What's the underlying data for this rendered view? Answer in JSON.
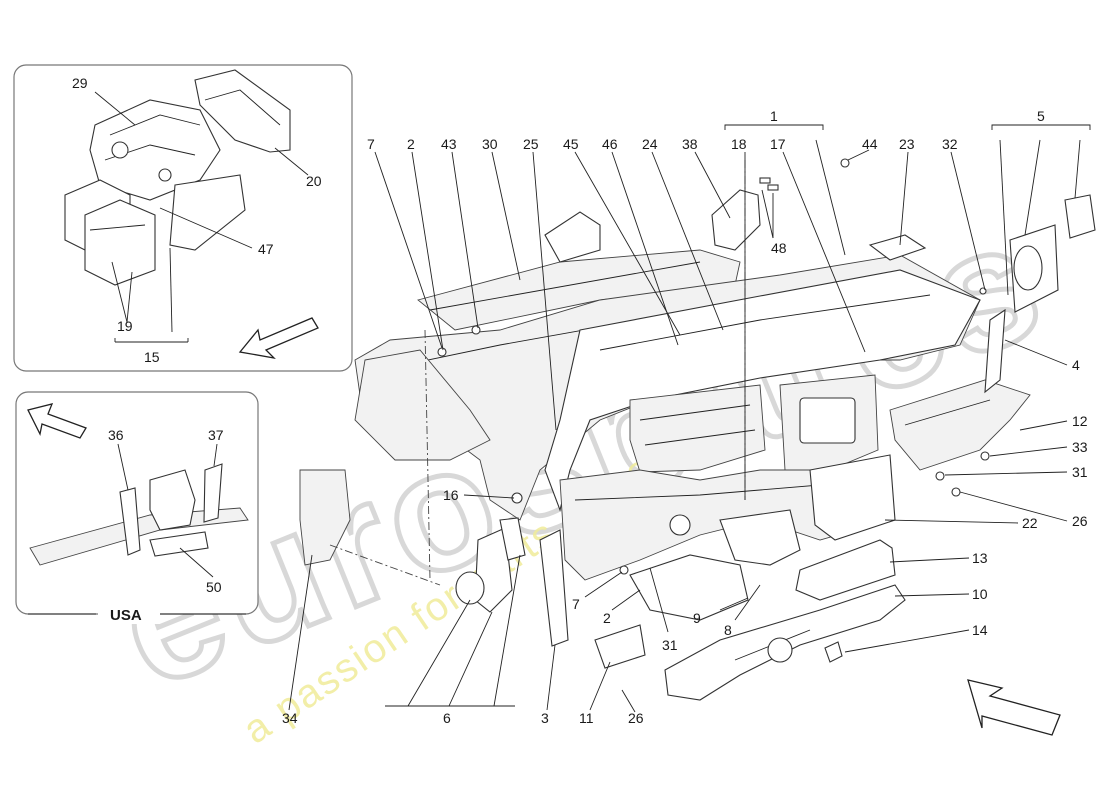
{
  "watermark": {
    "brand": "eurospares",
    "tagline": "a passion for parts since 1985"
  },
  "inset_steering": {
    "labels": {
      "p29": "29",
      "p20": "20",
      "p47": "47",
      "p19": "19",
      "p15": "15"
    }
  },
  "inset_usa": {
    "title": "USA",
    "labels": {
      "p36": "36",
      "p37": "37",
      "p50": "50"
    }
  },
  "callouts": {
    "c7": "7",
    "c2": "2",
    "c43": "43",
    "c30": "30",
    "c25": "25",
    "c45": "45",
    "c46": "46",
    "c24": "24",
    "c38": "38",
    "c1": "1",
    "c18": "18",
    "c17": "17",
    "c48": "48",
    "c44": "44",
    "c23": "23",
    "c32": "32",
    "c5": "5",
    "c4": "4",
    "c12": "12",
    "c33": "33",
    "c31a": "31",
    "c26a": "26",
    "c22": "22",
    "c13": "13",
    "c10": "10",
    "c14": "14",
    "c16": "16",
    "c7b": "7",
    "c2b": "2",
    "c9": "9",
    "c8": "8",
    "c31b": "31",
    "c11": "11",
    "c26b": "26",
    "c3": "3",
    "c6": "6",
    "c34": "34"
  }
}
